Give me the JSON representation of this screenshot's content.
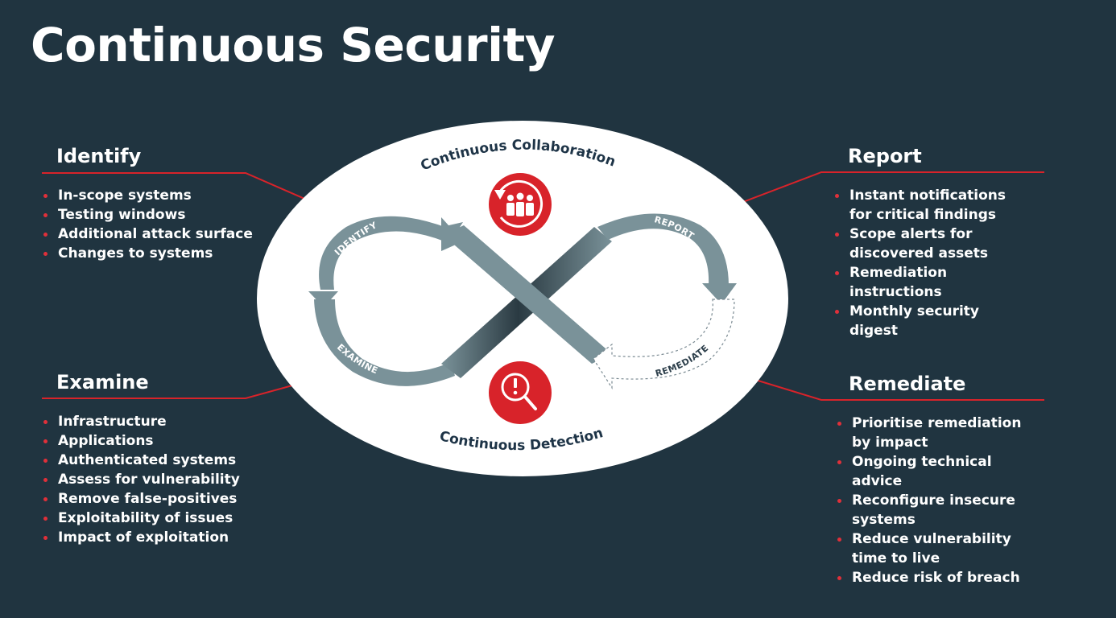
{
  "title": "Continuous Security",
  "diagram": {
    "top_label": "Continuous Collaboration",
    "bottom_label": "Continuous Detection",
    "loop_labels": {
      "identify": "IDENTIFY",
      "report": "REPORT",
      "examine": "EXAMINE",
      "remediate": "REMEDIATE"
    },
    "icons": {
      "top": "team-cycle-icon",
      "bottom": "magnifier-alert-icon"
    },
    "colors": {
      "background": "#203440",
      "accent_red": "#d8232a",
      "loop_gray": "#7a9299",
      "ellipse": "#ffffff"
    }
  },
  "panels": {
    "identify": {
      "heading": "Identify",
      "items": [
        "In-scope systems",
        "Testing windows",
        "Additional attack surface",
        "Changes to systems"
      ]
    },
    "examine": {
      "heading": "Examine",
      "items": [
        "Infrastructure",
        "Applications",
        "Authenticated systems",
        "Assess for vulnerability",
        "Remove false-positives",
        "Exploitability of issues",
        "Impact of exploitation"
      ]
    },
    "report": {
      "heading": "Report",
      "items": [
        "Instant notifications for critical findings",
        "Scope alerts for discovered assets",
        "Remediation instructions",
        "Monthly security digest"
      ]
    },
    "remediate": {
      "heading": "Remediate",
      "items": [
        "Prioritise remediation by impact",
        "Ongoing technical advice",
        "Reconfigure insecure systems",
        "Reduce vulnerability time to live",
        "Reduce risk of breach"
      ]
    }
  }
}
